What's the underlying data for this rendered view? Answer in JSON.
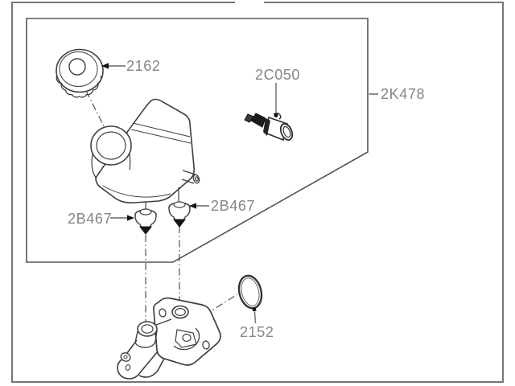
{
  "figure": {
    "type": "exploded-parts-diagram",
    "subject": "brake master cylinder and fluid reservoir assembly",
    "colors": {
      "background": "#ffffff",
      "outer_border": "#757575",
      "group_box": "#555555",
      "line_art": "#3f3f3f",
      "leader_line": "#7c7c7c",
      "arrowhead": "#111111",
      "label_text": "#868686"
    }
  },
  "parts": [
    {
      "label": "2162",
      "part_name": "reservoir-cap"
    },
    {
      "label": "2C050",
      "part_name": "fluid-level-sensor"
    },
    {
      "label": "2K478",
      "part_name": "reservoir-assembly-group"
    },
    {
      "label": "2B467",
      "part_name": "grommet-left"
    },
    {
      "label": "2B467",
      "part_name": "grommet-right"
    },
    {
      "label": "2152",
      "part_name": "o-ring-seal"
    }
  ]
}
